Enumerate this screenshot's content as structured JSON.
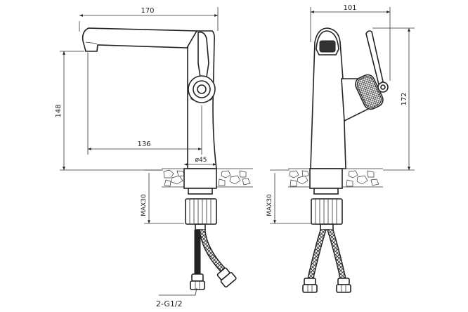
{
  "dimensions": {
    "front_width": "170",
    "front_height": "148",
    "front_reach": "136",
    "front_base_dia": "ø45",
    "front_max_thickness": "MAX30",
    "side_width": "101",
    "side_height": "172",
    "side_max_thickness": "MAX30",
    "hose_thread": "2-G1/2"
  }
}
